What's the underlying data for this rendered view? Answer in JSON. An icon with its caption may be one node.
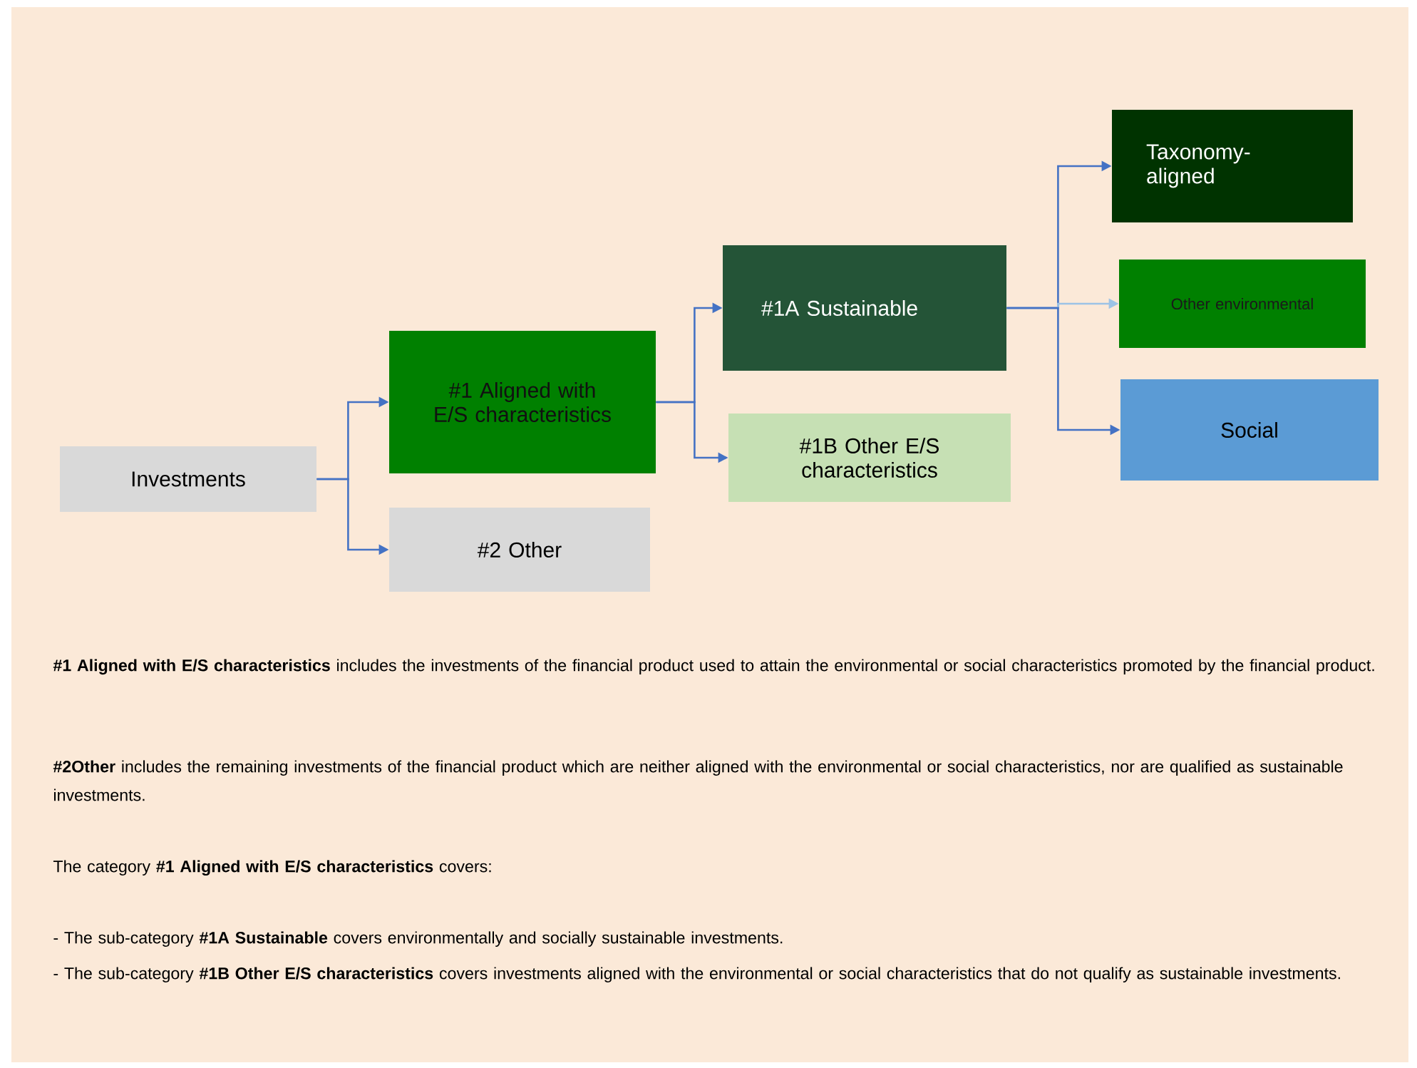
{
  "diagram": {
    "nodes": [
      {
        "text": [
          "Investments"
        ]
      },
      {
        "text": [
          "#1 Aligned with E/S characteristics"
        ]
      },
      {
        "text": [
          "#2 Other"
        ]
      },
      {
        "text": [
          "#1A Sustainable"
        ]
      },
      {
        "text": [
          "#1B Other E/S characteristics"
        ]
      },
      {
        "text": [
          "Taxonomy-aligned"
        ]
      },
      {
        "text": [
          "Other environmental"
        ]
      },
      {
        "text": [
          "Social"
        ]
      }
    ],
    "edges": [
      {
        "from": 0,
        "to": 1,
        "arrow": "to"
      },
      {
        "from": 0,
        "to": 2,
        "arrow": "to"
      },
      {
        "from": 1,
        "to": 3,
        "arrow": "to"
      },
      {
        "from": 1,
        "to": 4,
        "arrow": "to"
      },
      {
        "from": 3,
        "to": 5,
        "arrow": "to"
      },
      {
        "from": 3,
        "to": 6,
        "arrow": "to",
        "color": "#9dc3e6"
      },
      {
        "from": 3,
        "to": 7,
        "arrow": "to"
      }
    ],
    "labels": [
      "**#1 Aligned with E/S characteristics** includes the investments of the financial product used to attain the environmental or social characteristics promoted by the financial product.",
      "**#2Other** includes the remaining investments of the financial product which are neither aligned with the environmental or social characteristics, nor are qualified as sustainable investments.",
      "The category **#1 Aligned with E/S characteristics** covers:",
      "- The sub-category **#1A Sustainable** covers environmentally and socially sustainable investments.",
      "- The sub-category **#1B Other E/S characteristics** covers investments aligned with the environmental or social characteristics that do not qualify as sustainable investments."
    ]
  }
}
